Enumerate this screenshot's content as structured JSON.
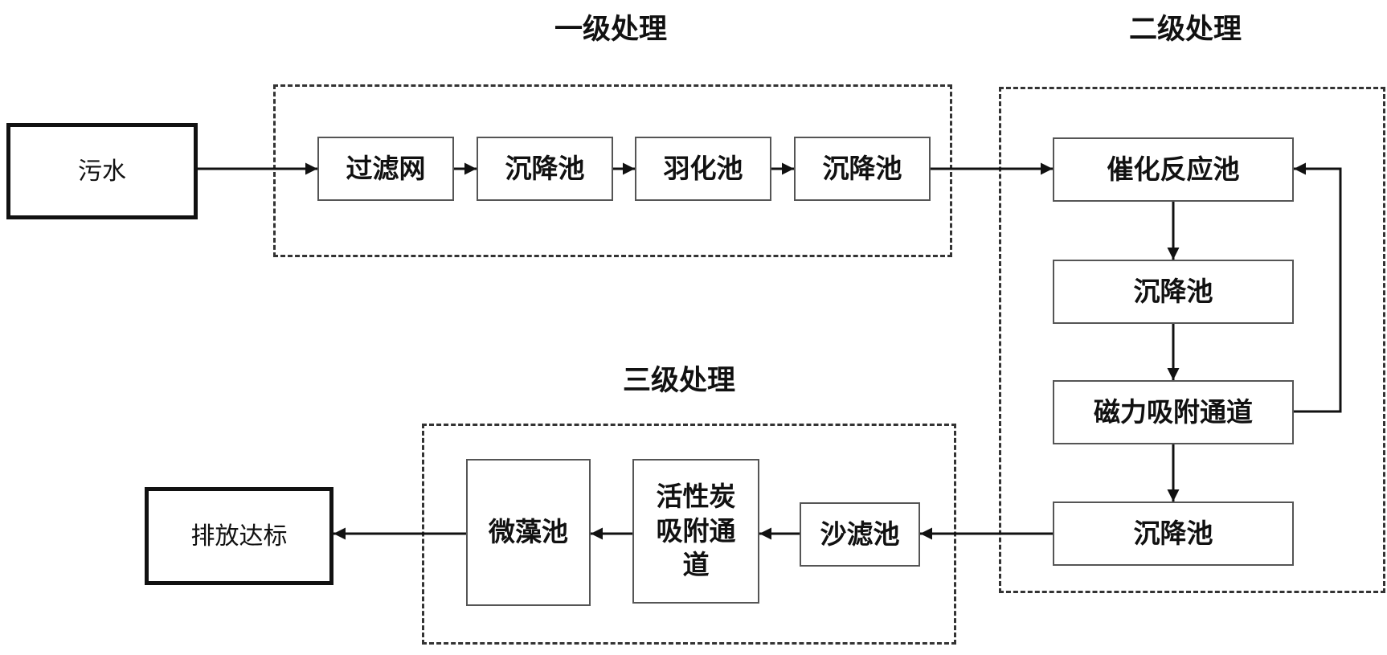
{
  "stages": {
    "primary": "一级处理",
    "secondary": "二级处理",
    "tertiary": "三级处理"
  },
  "nodes": {
    "sewage": "污水",
    "filter_screen": "过滤网",
    "settling_1": "沉降池",
    "flocculation": "羽化池",
    "settling_2": "沉降池",
    "catalytic": "催化反应池",
    "settling_3": "沉降池",
    "magnetic": "磁力吸附通道",
    "settling_4": "沉降池",
    "sand_filter": "沙滤池",
    "activated_carbon": "活性炭吸附通道",
    "microalgae": "微藻池",
    "discharge": "排放达标"
  }
}
